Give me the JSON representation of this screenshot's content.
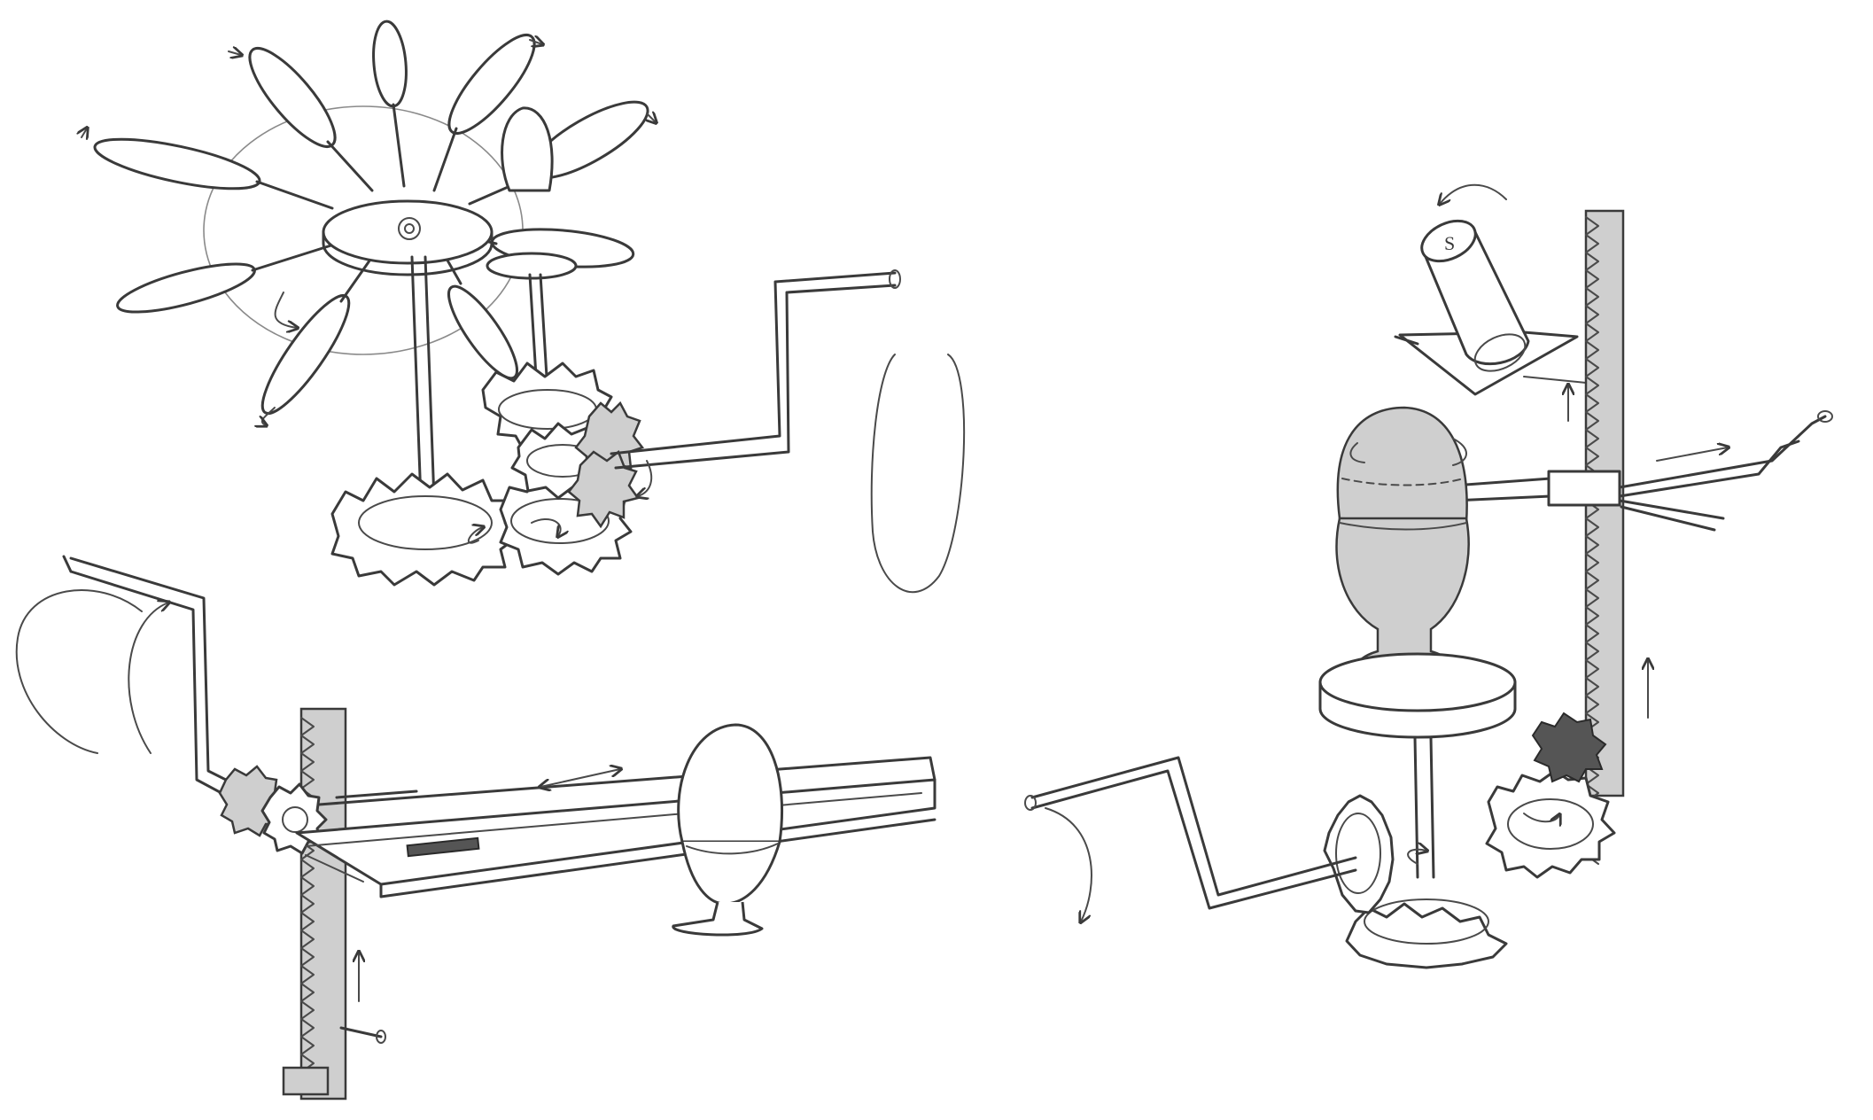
{
  "sketch": {
    "medium": "pencil-on-paper",
    "ink_color": "#3a3a3a",
    "paper_color": "#ffffff",
    "drawings": [
      {
        "id": "spoon-windmill-egg-whisk",
        "parts": [
          "spoon-blades",
          "hub-disc",
          "vertical-shaft",
          "gear-train",
          "z-crank-handle",
          "rotation-arrows"
        ]
      },
      {
        "id": "rack-pinion-egg-slider",
        "parts": [
          "z-crank-handle",
          "pinion-gears",
          "vertical-gear-rack",
          "rectangular-frame",
          "egg-in-cup",
          "push-pin",
          "motion-arrows"
        ]
      },
      {
        "id": "egg-cracker-salt-shaker",
        "parts": [
          "salt-shaker",
          "tilting-platform",
          "egg",
          "egg-cup-on-disc",
          "vertical-gear-rack",
          "pliers-arm",
          "bevel-gear-train",
          "z-crank-handle",
          "motion-arrows"
        ]
      }
    ],
    "labels": {
      "salt_shaker_letter": "S"
    }
  }
}
